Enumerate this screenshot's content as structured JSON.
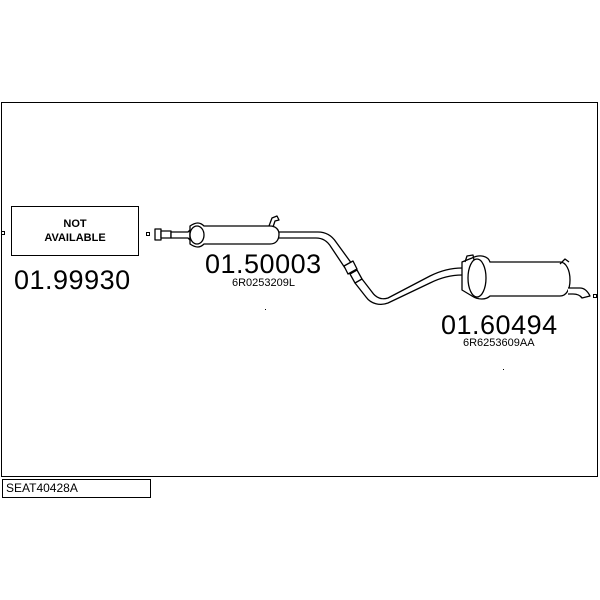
{
  "parts": [
    {
      "code": "01.99930",
      "status_line1": "NOT",
      "status_line2": "AVAILABLE"
    },
    {
      "code": "01.50003",
      "oem": "6R0253209L"
    },
    {
      "code": "01.60494",
      "oem": "6R6253609AA"
    }
  ],
  "reference": "SEAT40428A"
}
